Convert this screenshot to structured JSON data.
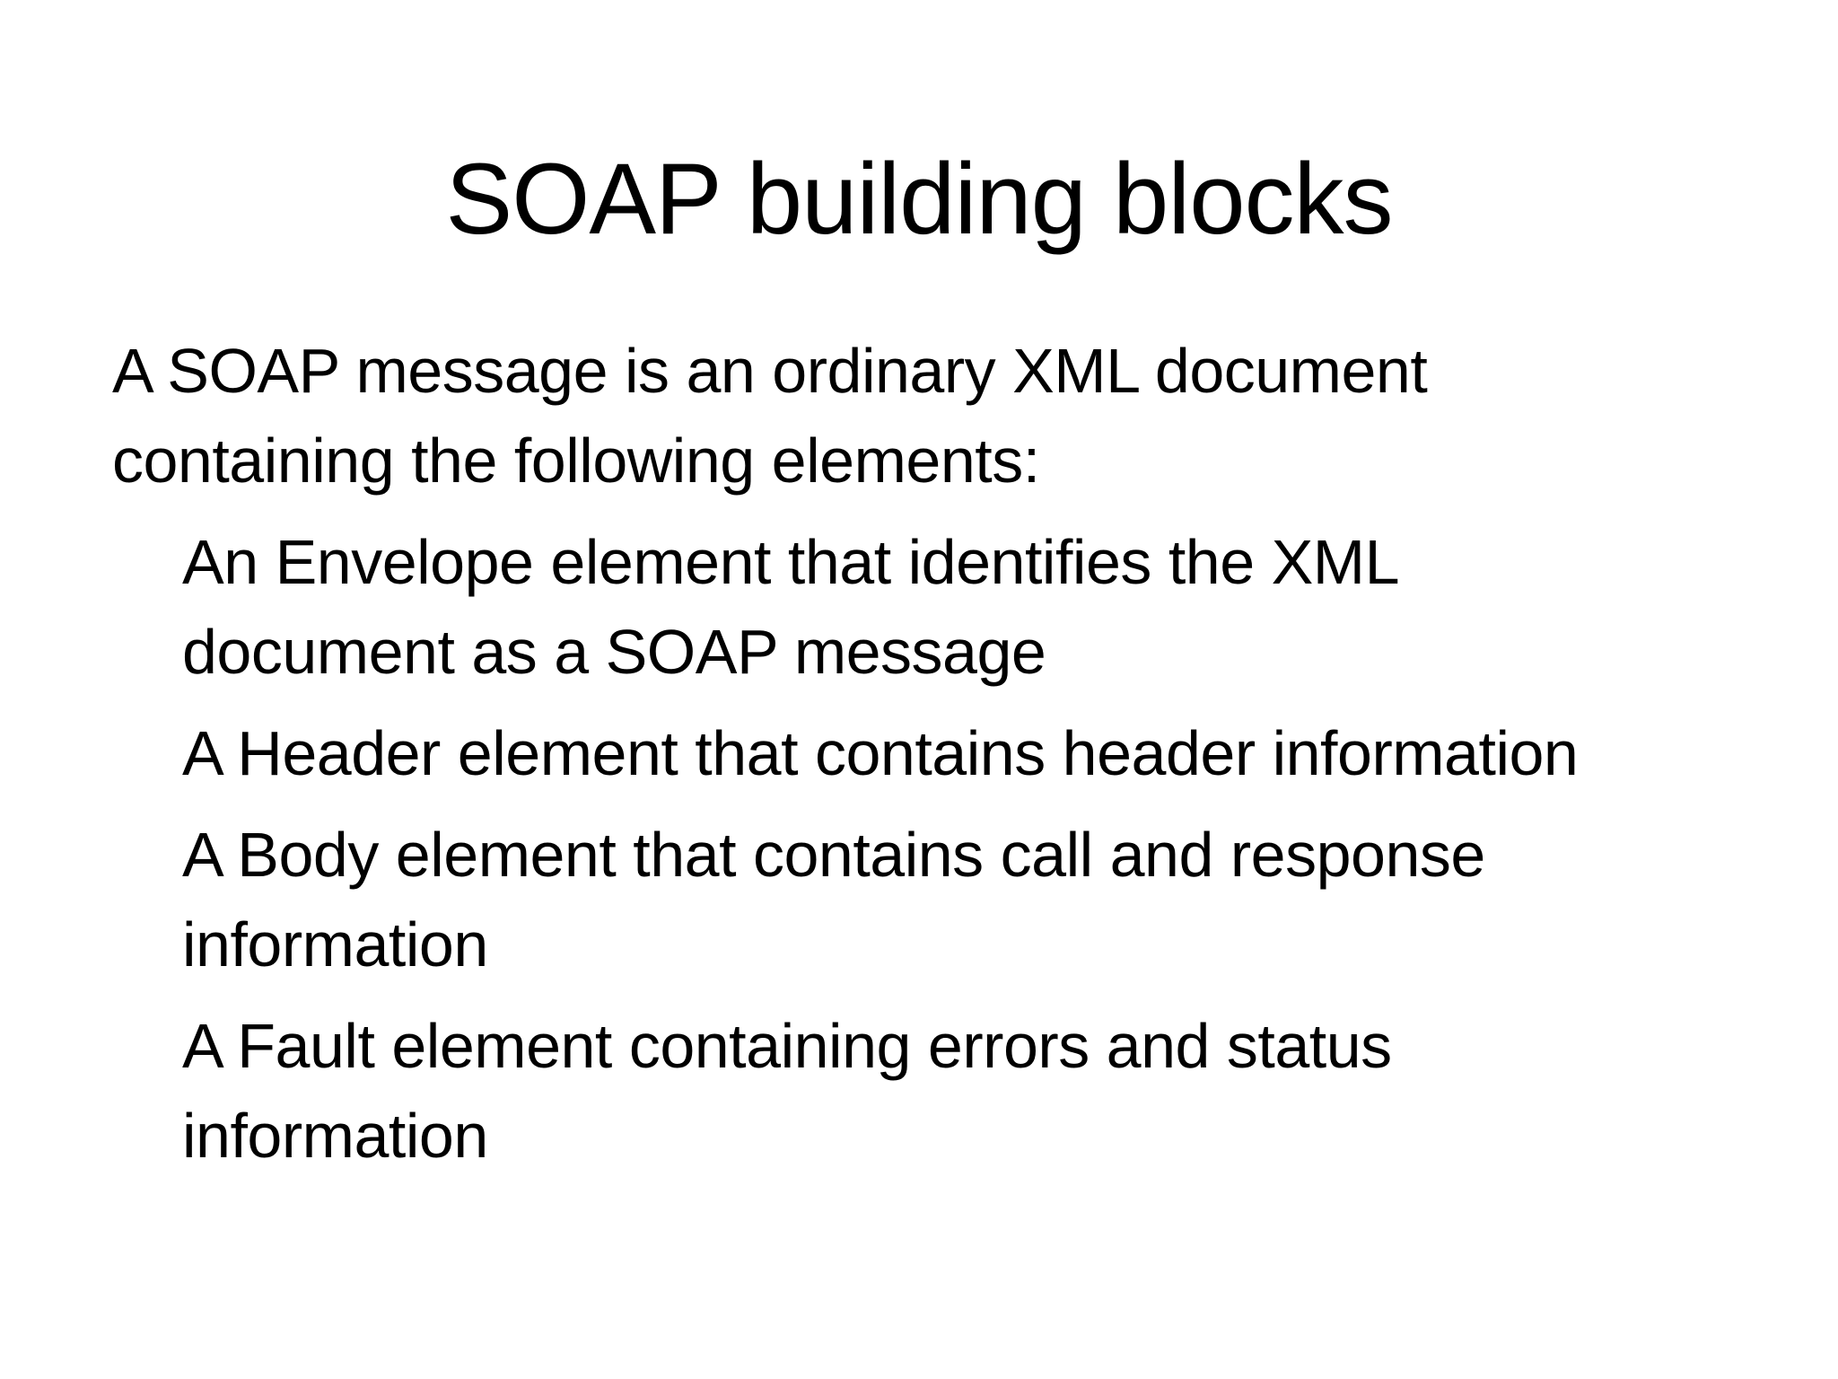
{
  "slide": {
    "title": "SOAP building blocks",
    "intro": "A SOAP message is an ordinary XML document\ncontaining the following elements:",
    "bullets": [
      {
        "text": "An Envelope element that identifies the XML\ndocument as a SOAP message"
      },
      {
        "text": "A Header element that contains header information"
      },
      {
        "text": "A Body element that contains call and response\ninformation"
      },
      {
        "text": "A Fault element containing errors and status\ninformation"
      }
    ],
    "colors": {
      "background": "#ffffff",
      "text": "#000000"
    }
  }
}
